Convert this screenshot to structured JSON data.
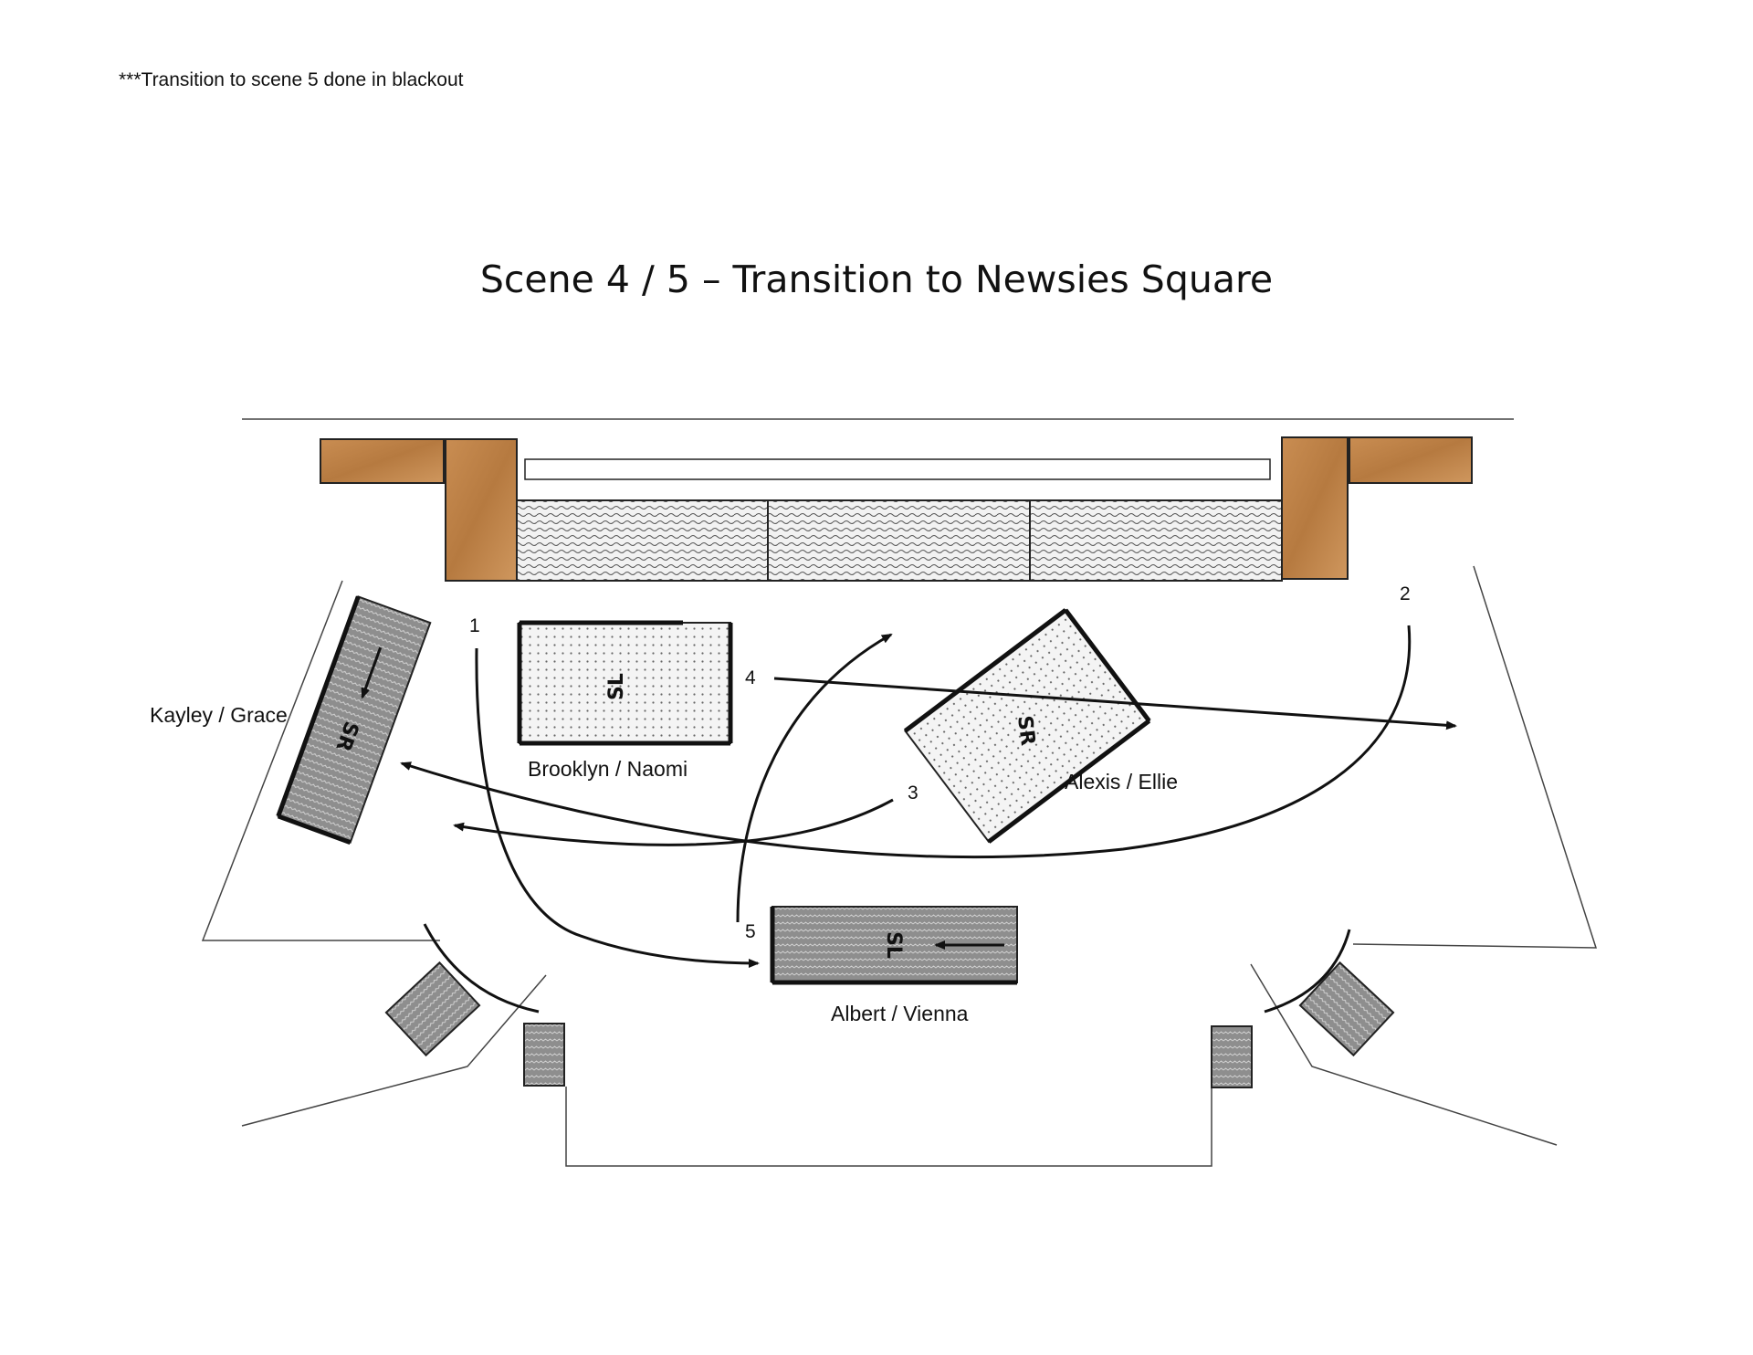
{
  "note": "***Transition to scene 5 done in blackout",
  "title": "Scene 4 / 5 – Transition to Newsies Square",
  "pieces": {
    "kayley": {
      "tag": "SR",
      "label": "Kayley / Grace"
    },
    "brooklyn": {
      "tag": "SL",
      "label": "Brooklyn / Naomi"
    },
    "alexis": {
      "tag": "SR",
      "label": "Alexis / Ellie"
    },
    "albert": {
      "tag": "SL",
      "label": "Albert / Vienna"
    }
  },
  "steps": [
    "1",
    "2",
    "3",
    "4",
    "5"
  ],
  "colors": {
    "wood": "#c48a4e",
    "grey_block": "#8c8c8c",
    "line": "#111111"
  }
}
